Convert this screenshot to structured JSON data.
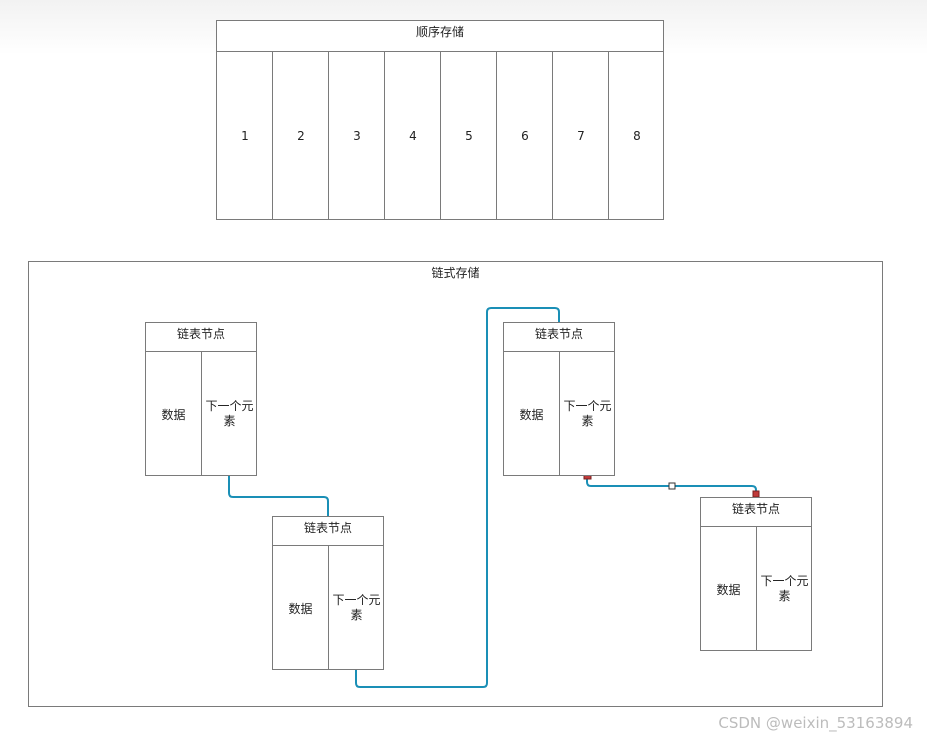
{
  "sequential": {
    "title": "顺序存储",
    "cells": [
      "1",
      "2",
      "3",
      "4",
      "5",
      "6",
      "7",
      "8"
    ]
  },
  "linked": {
    "title": "链式存储",
    "nodes": [
      {
        "title": "链表节点",
        "data": "数据",
        "next": "下一个元素"
      },
      {
        "title": "链表节点",
        "data": "数据",
        "next": "下一个元素"
      },
      {
        "title": "链表节点",
        "data": "数据",
        "next": "下一个元素"
      },
      {
        "title": "链表节点",
        "data": "数据",
        "next": "下一个元素"
      }
    ]
  },
  "colors": {
    "connector": "#1a8fb6",
    "border": "#7a7a7a",
    "handle": "#c03a3a"
  },
  "watermark": "CSDN @weixin_53163894"
}
